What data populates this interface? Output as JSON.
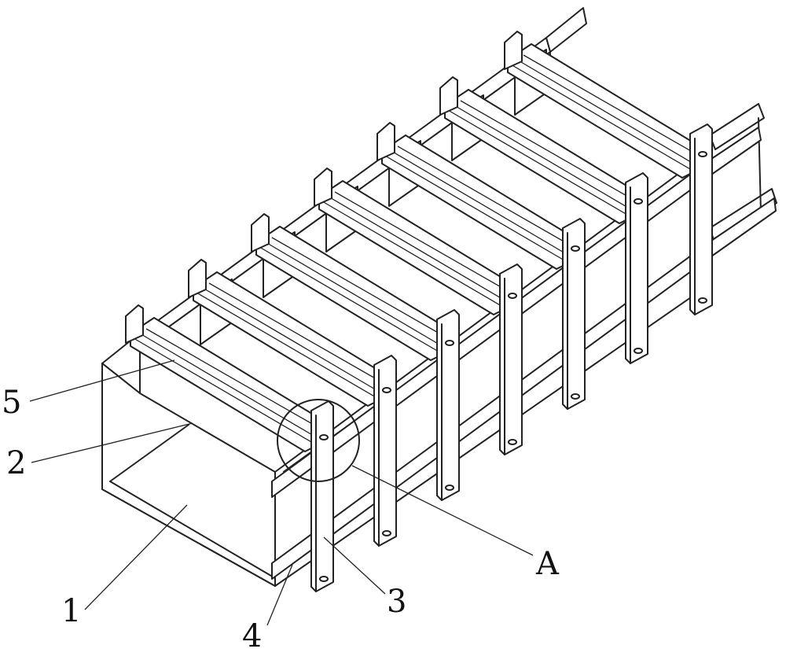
{
  "labels": {
    "l1": "1",
    "l2": "2",
    "l3": "3",
    "l4": "4",
    "l5": "5",
    "lA": "A"
  },
  "style": {
    "stroke_color": "#222222",
    "background": "#ffffff"
  }
}
